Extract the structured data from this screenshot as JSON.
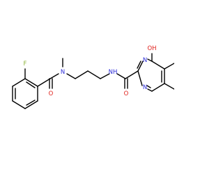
{
  "atoms": [
    {
      "id": "F",
      "text": "F",
      "color": "#8DB33A"
    },
    {
      "id": "N1",
      "text": "N",
      "color": "#2B2BD9"
    },
    {
      "id": "O1",
      "text": "O",
      "color": "#E0201B"
    },
    {
      "id": "NH",
      "text": "NH",
      "color": "#2B2BD9"
    },
    {
      "id": "O2",
      "text": "O",
      "color": "#E0201B"
    },
    {
      "id": "N2",
      "text": "N",
      "color": "#2B2BD9"
    },
    {
      "id": "N3",
      "text": "N",
      "color": "#2B2BD9"
    },
    {
      "id": "OH",
      "text": "OH",
      "color": "#E0201B"
    }
  ],
  "bond_color": "#000000"
}
